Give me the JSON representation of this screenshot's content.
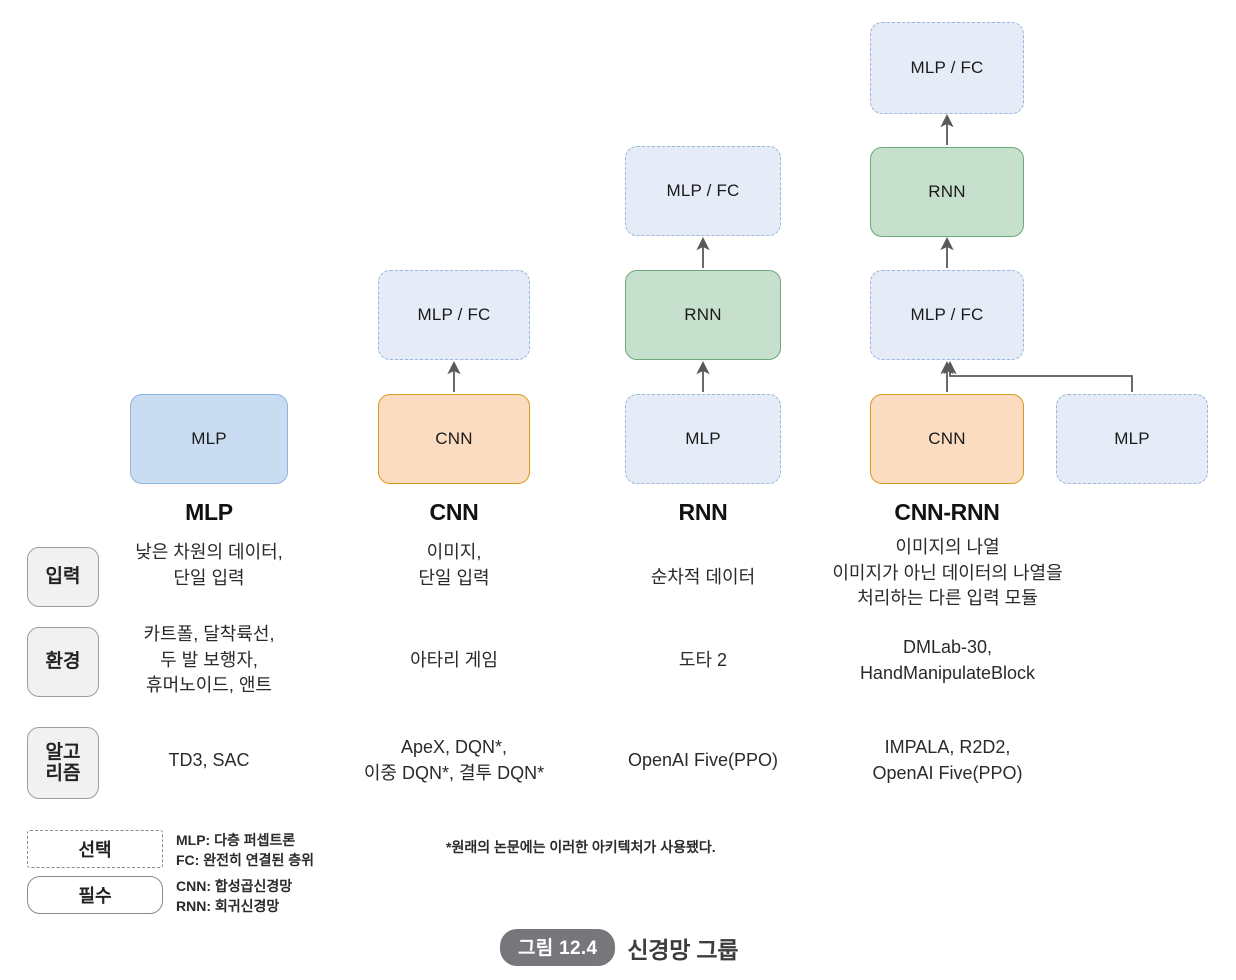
{
  "figure": {
    "number_label": "그림 12.4",
    "caption": "신경망 그룹"
  },
  "columns": [
    {
      "id": "mlp",
      "caption": "MLP",
      "blocks": [
        {
          "label": "MLP",
          "style": "solid-blue"
        }
      ],
      "input": "낮은 차원의 데이터,\n단일 입력",
      "environment": "카트폴, 달착륙선,\n두 발 보행자,\n휴머노이드, 앤트",
      "algorithm": "TD3, SAC"
    },
    {
      "id": "cnn",
      "caption": "CNN",
      "blocks": [
        {
          "label": "MLP / FC",
          "style": "dashed-blue"
        },
        {
          "label": "CNN",
          "style": "solid-orange"
        }
      ],
      "input": "이미지,\n단일 입력",
      "environment": "아타리 게임",
      "algorithm": "ApeX, DQN*,\n이중 DQN*, 결투 DQN*"
    },
    {
      "id": "rnn",
      "caption": "RNN",
      "blocks": [
        {
          "label": "MLP / FC",
          "style": "dashed-blue"
        },
        {
          "label": "RNN",
          "style": "solid-green"
        },
        {
          "label": "MLP",
          "style": "dashed-blue"
        }
      ],
      "input": "순차적 데이터",
      "environment": "도타 2",
      "algorithm": "OpenAI Five(PPO)"
    },
    {
      "id": "cnn-rnn",
      "caption": "CNN-RNN",
      "blocks": [
        {
          "label": "MLP / FC",
          "style": "dashed-blue"
        },
        {
          "label": "RNN",
          "style": "solid-green"
        },
        {
          "label": "MLP / FC",
          "style": "dashed-blue"
        },
        {
          "label": "CNN",
          "style": "solid-orange"
        },
        {
          "label": "MLP",
          "style": "dashed-blue"
        }
      ],
      "input": "이미지의 나열\n이미지가 아닌 데이터의 나열을\n처리하는 다른 입력 모듈",
      "environment": "DMLab-30,\nHandManipulateBlock",
      "algorithm": "IMPALA, R2D2,\nOpenAI Five(PPO)"
    }
  ],
  "row_labels": {
    "input": "입력",
    "environment": "환경",
    "algorithm": "알고\n리즘"
  },
  "legend": {
    "optional_label": "선택",
    "required_label": "필수",
    "optional_desc": "MLP: 다층 퍼셉트론\nFC: 완전히 연결된 층위",
    "required_desc": "CNN: 합성곱신경망\nRNN: 회귀신경망"
  },
  "footnote": "*원래의 논문에는 이러한 아키텍처가 사용됐다.",
  "colors": {
    "solid_blue_fill": "#c9dcf2",
    "solid_blue_stroke": "#8fb3df",
    "dashed_blue_fill": "#e5ecf7",
    "dashed_blue_stroke": "#9ab6dc",
    "orange_fill": "#fcdcc0",
    "orange_stroke": "#d8991f",
    "green_fill": "#c7e0cd",
    "green_stroke": "#6aa97a",
    "arrow": "#595959",
    "pill_bg": "#77777b"
  }
}
